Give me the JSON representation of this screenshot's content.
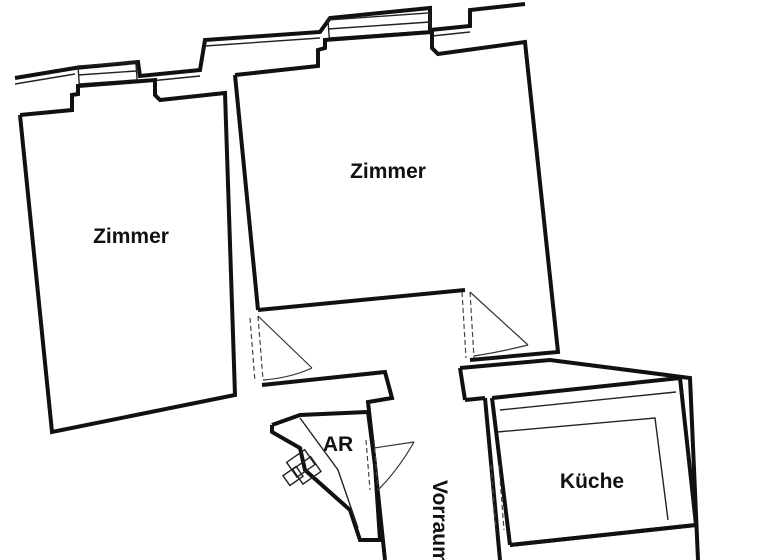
{
  "rooms": [
    {
      "label": "Zimmer"
    },
    {
      "label": "Zimmer"
    },
    {
      "label": "AR"
    },
    {
      "label": "Küche"
    },
    {
      "label": "Vorraum"
    }
  ],
  "colors": {
    "wall": "#111111",
    "background": "#ffffff"
  }
}
